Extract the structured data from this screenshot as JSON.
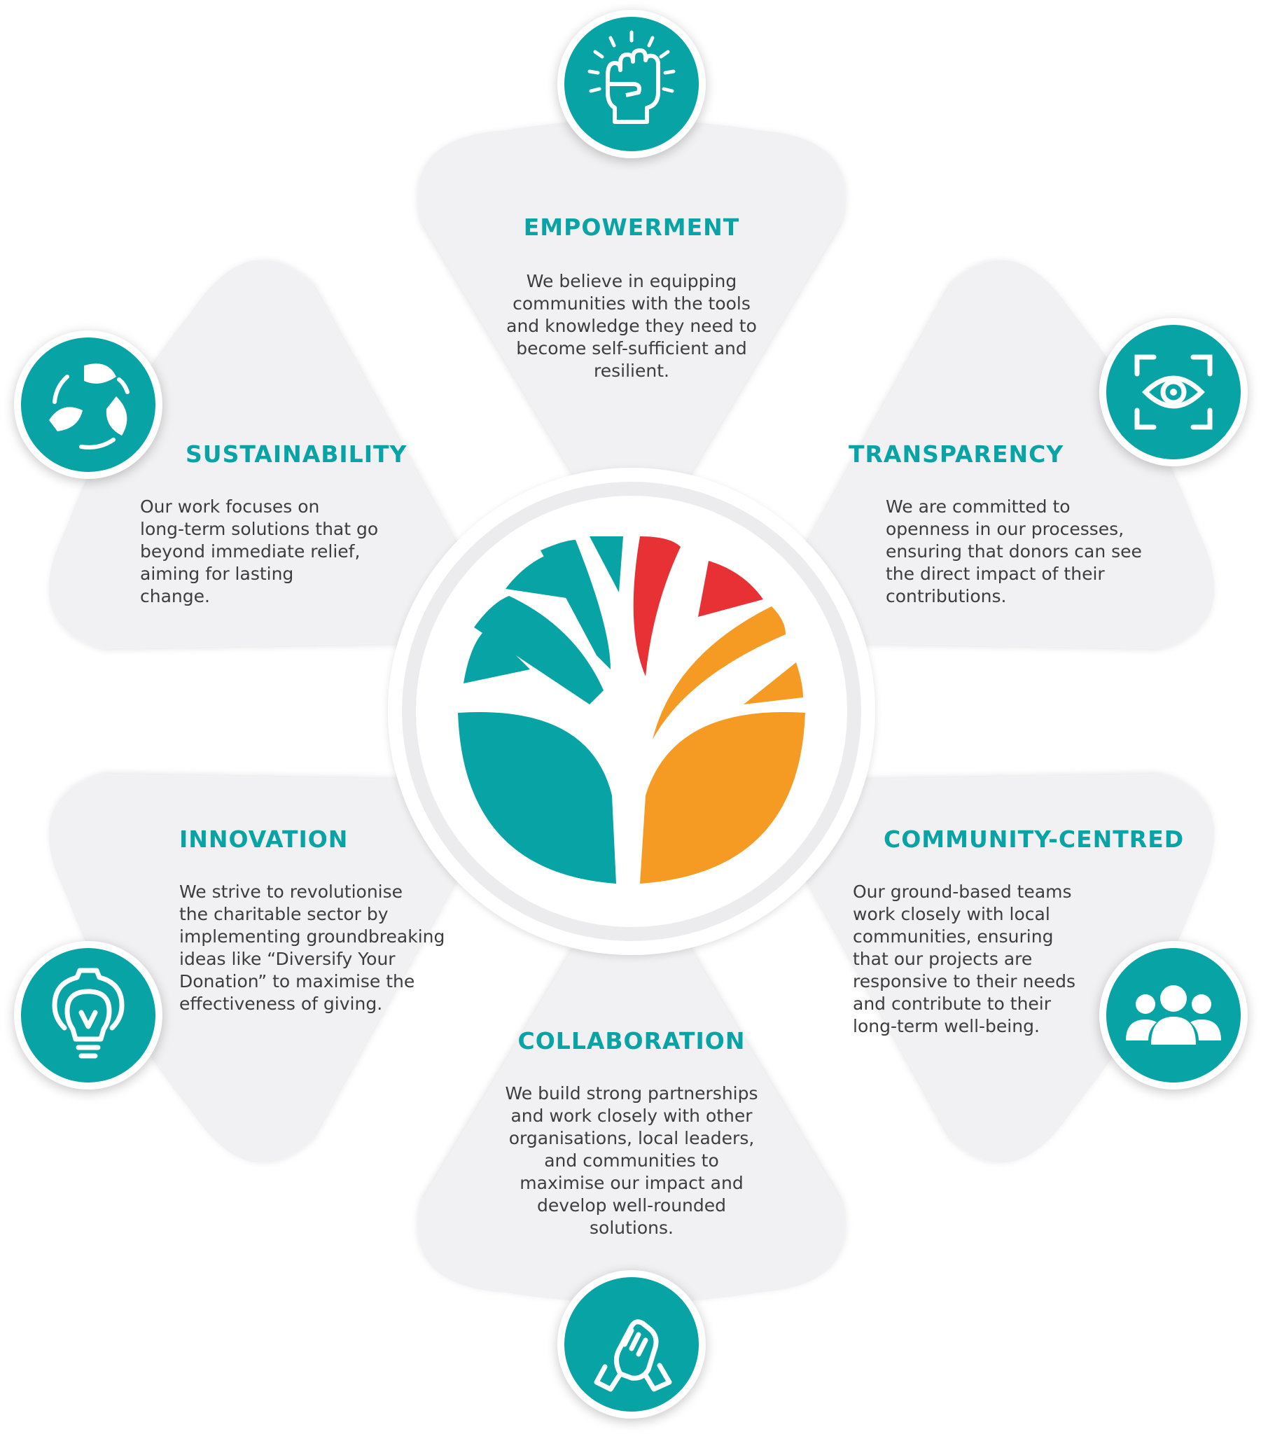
{
  "colors": {
    "teal": "#07a3a5",
    "red": "#e83134",
    "orange": "#f59a23",
    "petal": "#f1f1f3",
    "text": "#3d3d3d"
  },
  "logo": {
    "name": "tree-logo",
    "branch_colors": [
      "teal",
      "teal",
      "teal",
      "teal",
      "teal",
      "red",
      "red",
      "orange",
      "orange",
      "teal",
      "orange"
    ]
  },
  "values": [
    {
      "id": "empowerment",
      "title": "EMPOWERMENT",
      "lines": [
        "We believe in equipping",
        "communities with the tools",
        "and knowledge they need to",
        "become self-sufficient and",
        "resilient."
      ],
      "icon": "raised-fist-icon"
    },
    {
      "id": "transparency",
      "title": "TRANSPARENCY",
      "lines": [
        "We are committed to",
        "openness in our processes,",
        "ensuring that donors can see",
        "the direct impact of their",
        "contributions."
      ],
      "icon": "eye-focus-icon"
    },
    {
      "id": "community-centred",
      "title": "COMMUNITY-CENTRED",
      "lines": [
        "Our ground-based teams",
        "work closely with local",
        "communities, ensuring",
        "that our projects are",
        "responsive to their needs",
        "and contribute to their",
        "long-term well-being."
      ],
      "icon": "people-group-icon"
    },
    {
      "id": "collaboration",
      "title": "COLLABORATION",
      "lines": [
        "We build strong partnerships",
        "and work closely with other",
        "organisations, local leaders,",
        "and communities to",
        "maximise our impact and",
        "develop well-rounded",
        "solutions."
      ],
      "icon": "handshake-icon"
    },
    {
      "id": "innovation",
      "title": "INNOVATION",
      "lines": [
        "We strive to revolutionise",
        "the charitable sector by",
        "implementing groundbreaking",
        "ideas like “Diversify Your",
        "Donation” to maximise the",
        "effectiveness of giving."
      ],
      "icon": "lightbulb-gear-icon"
    },
    {
      "id": "sustainability",
      "title": "SUSTAINABILITY",
      "lines": [
        "Our work focuses on",
        "long-term solutions that go",
        "beyond immediate relief,",
        "aiming for lasting",
        "change."
      ],
      "icon": "recycle-leaves-icon"
    }
  ]
}
